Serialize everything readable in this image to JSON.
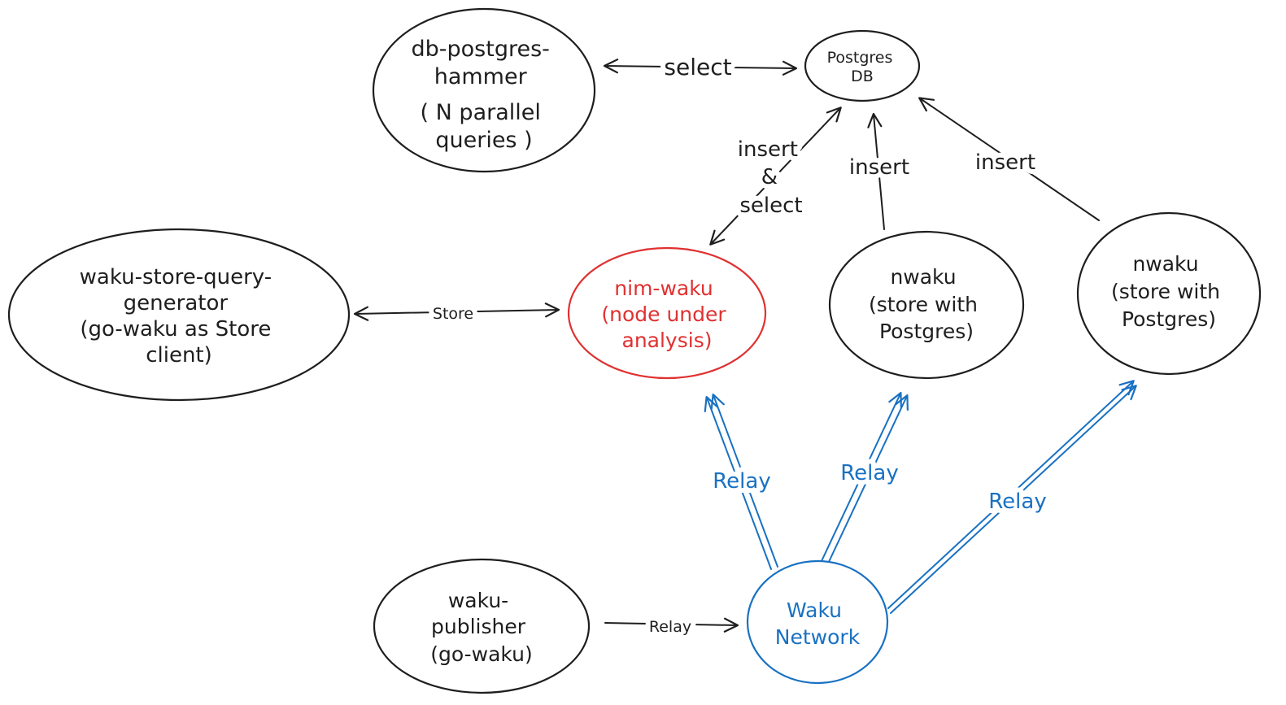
{
  "colors": {
    "ink": "#1e1e1e",
    "red": "#e03131",
    "blue": "#1971c2",
    "background": "#ffffff"
  },
  "nodes": {
    "db_postgres_hammer": {
      "lines": [
        "db-postgres-",
        "hammer",
        "( N parallel",
        "queries )"
      ]
    },
    "postgres_db": {
      "lines": [
        "Postgres",
        "DB"
      ]
    },
    "waku_store_query_generator": {
      "lines": [
        "waku-store-query-",
        "generator",
        "(go-waku as Store",
        "client)"
      ]
    },
    "nim_waku": {
      "lines": [
        "nim-waku",
        "(node under",
        "analysis)"
      ]
    },
    "nwaku_store_mid": {
      "lines": [
        "nwaku",
        "(store with",
        "Postgres)"
      ]
    },
    "nwaku_store_right": {
      "lines": [
        "nwaku",
        "(store with",
        "Postgres)"
      ]
    },
    "waku_publisher": {
      "lines": [
        "waku-",
        "publisher",
        "(go-waku)"
      ]
    },
    "waku_network": {
      "lines": [
        "Waku",
        "Network"
      ]
    }
  },
  "edges": {
    "select": {
      "label": "select"
    },
    "insert_and_select": {
      "lines": [
        "insert",
        "&",
        "select"
      ]
    },
    "insert_mid": {
      "label": "insert"
    },
    "insert_right": {
      "label": "insert"
    },
    "store": {
      "label": "Store"
    },
    "relay_publish": {
      "label": "Relay"
    },
    "relay_to_nim_waku": {
      "label": "Relay"
    },
    "relay_to_nwaku_mid": {
      "label": "Relay"
    },
    "relay_to_nwaku_right": {
      "label": "Relay"
    }
  }
}
